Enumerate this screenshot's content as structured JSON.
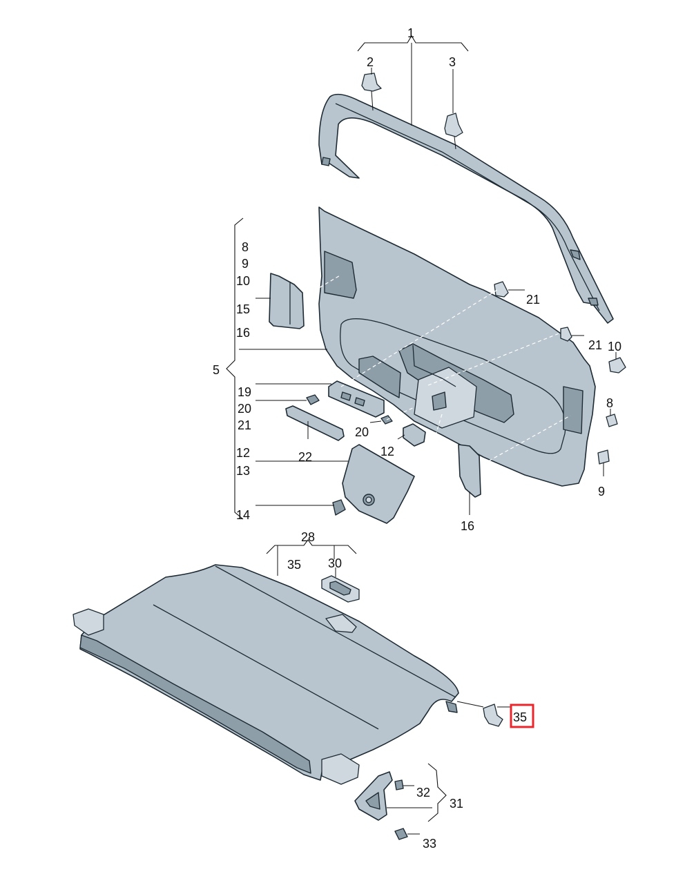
{
  "labels": {
    "p1": "1",
    "p2": "2",
    "p3": "3",
    "p5": "5",
    "p8a": "8",
    "p9a": "9",
    "p10a": "10",
    "p15": "15",
    "p16a": "16",
    "p19": "19",
    "p20a": "20",
    "p21a": "21",
    "p12a": "12",
    "p13": "13",
    "p14": "14",
    "p21b": "21",
    "p21c": "21",
    "p10b": "10",
    "p8b": "8",
    "p9b": "9",
    "p20b": "20",
    "p22": "22",
    "p12b": "12",
    "p16b": "16",
    "p28": "28",
    "p35a": "35",
    "p30": "30",
    "p35b": "35",
    "p32": "32",
    "p31": "31",
    "p33": "33"
  },
  "highlight": {
    "label": "35",
    "color": "#e8262b"
  }
}
